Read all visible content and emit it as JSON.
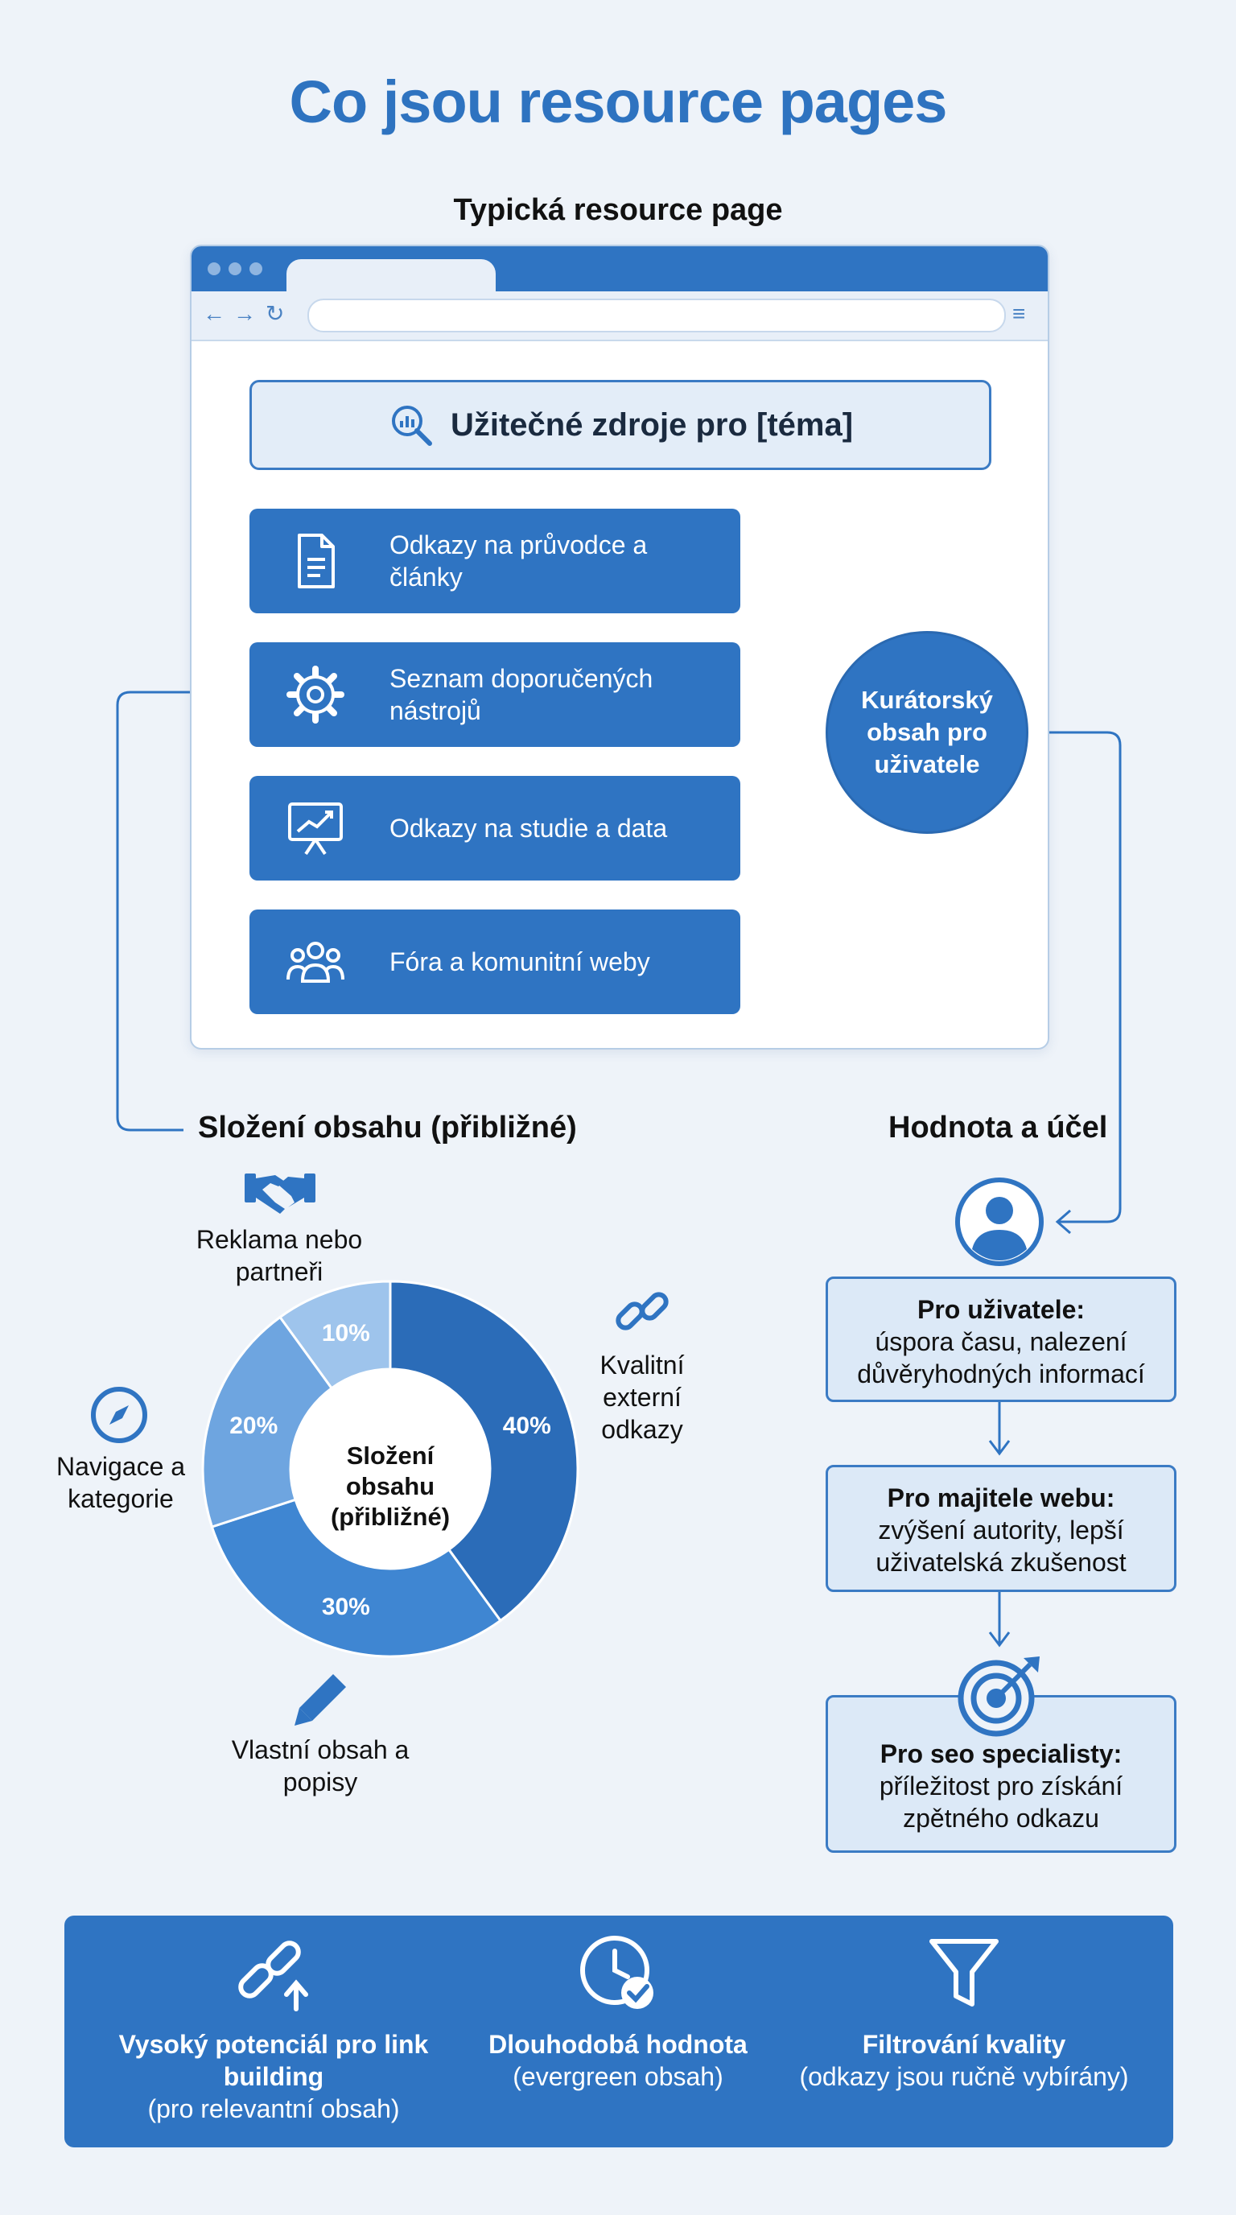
{
  "title": "Co jsou resource pages",
  "browser_section": {
    "heading": "Typická resource page",
    "search_banner": "Užitečné zdroje pro [téma]",
    "cards": [
      {
        "label": "Odkazy na průvodce a články",
        "icon": "document-icon"
      },
      {
        "label": "Seznam doporučených nástrojů",
        "icon": "gear-icon"
      },
      {
        "label": "Odkazy na studie a data",
        "icon": "chart-presentation-icon"
      },
      {
        "label": "Fóra a komunitní weby",
        "icon": "users-icon"
      }
    ],
    "curated_label": "Kurátorský obsah pro uživatele"
  },
  "composition": {
    "heading": "Složení obsahu (přibližné)",
    "center_label": "Složení obsahu (přibližné)"
  },
  "chart_data": {
    "type": "pie",
    "title": "Složení obsahu (přibližné)",
    "categories": [
      "Kvalitní externí odkazy",
      "Vlastní obsah a popisy",
      "Navigace a kategorie",
      "Reklama nebo partneři"
    ],
    "values": [
      40,
      30,
      20,
      10
    ],
    "value_labels": [
      "40%",
      "30%",
      "20%",
      "10%"
    ],
    "colors": [
      "#2b6cb8",
      "#3f86d2",
      "#6ea5e0",
      "#9ec4ec"
    ],
    "icons": [
      "link-icon",
      "pencil-icon",
      "compass-icon",
      "handshake-icon"
    ]
  },
  "value_section": {
    "heading": "Hodnota a účel",
    "boxes": [
      {
        "title": "Pro uživatele:",
        "text": "úspora času, nalezení důvěryhodných informací"
      },
      {
        "title": "Pro majitele webu:",
        "text": "zvýšení autority, lepší uživatelská zkušenost"
      },
      {
        "title": "Pro seo specialisty:",
        "text": "příležitost pro získání zpětného odkazu"
      }
    ]
  },
  "features": [
    {
      "title": "Vysoký potenciál pro link building",
      "subtitle": "(pro relevantní obsah)",
      "icon": "link-up-icon"
    },
    {
      "title": "Dlouhodobá hodnota",
      "subtitle": "(evergreen obsah)",
      "icon": "clock-check-icon"
    },
    {
      "title": "Filtrování kvality",
      "subtitle": "(odkazy jsou ručně vybírány)",
      "icon": "filter-icon"
    }
  ],
  "colors": {
    "accent": "#2f74c2",
    "title": "#2e73c0",
    "background": "#eef3f9",
    "box_fill": "#dce9f7"
  }
}
